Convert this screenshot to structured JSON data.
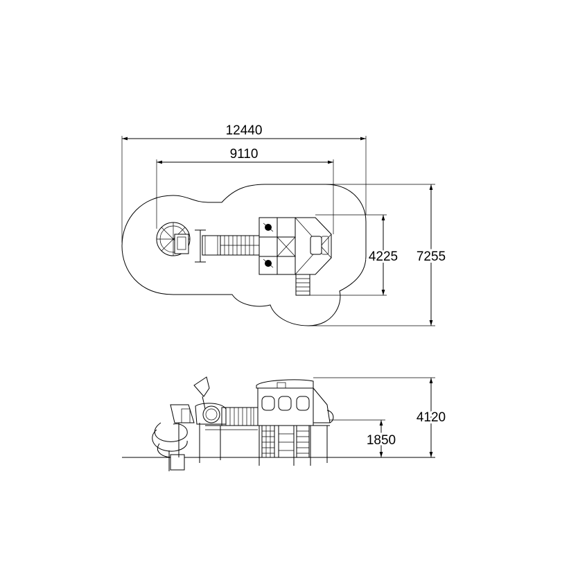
{
  "dimensions": {
    "overall_width": "12440",
    "inner_width": "9110",
    "inner_depth": "4225",
    "overall_depth": "7255",
    "total_height": "4120",
    "platform_height": "1850"
  },
  "colors": {
    "line": "#000000",
    "background": "#ffffff"
  }
}
